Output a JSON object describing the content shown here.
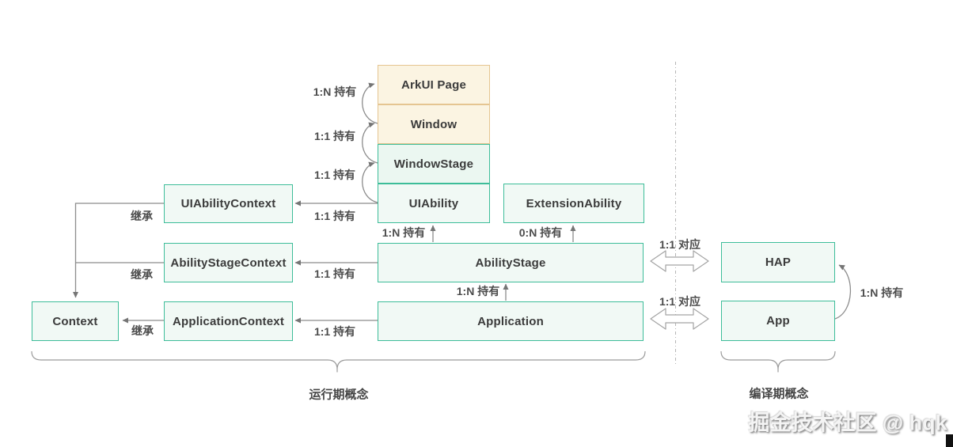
{
  "boxes": {
    "arkui_page": {
      "label": "ArkUI Page"
    },
    "window": {
      "label": "Window"
    },
    "window_stage": {
      "label": "WindowStage"
    },
    "uiability": {
      "label": "UIAbility"
    },
    "extension_ability": {
      "label": "ExtensionAbility"
    },
    "ability_stage": {
      "label": "AbilityStage"
    },
    "application": {
      "label": "Application"
    },
    "uiability_context": {
      "label": "UIAbilityContext"
    },
    "ability_stage_context": {
      "label": "AbilityStageContext"
    },
    "application_context": {
      "label": "ApplicationContext"
    },
    "context": {
      "label": "Context"
    },
    "hap": {
      "label": "HAP"
    },
    "app": {
      "label": "App"
    }
  },
  "labels": {
    "window_hold_pages": "1:N 持有",
    "windowstage_hold_window": "1:1 持有",
    "uiability_hold_windowstage": "1:1 持有",
    "uiability_hold_context": "1:1 持有",
    "abilitystage_hold_uiability": "1:N 持有",
    "abilitystage_hold_extension": "0:N 持有",
    "abilitystage_hold_context": "1:1 持有",
    "application_hold_abilitystage": "1:N 持有",
    "application_hold_context": "1:1 持有",
    "inherit_uiability": "继承",
    "inherit_abilitystage": "继承",
    "inherit_application": "继承",
    "map_abilitystage_hap": "1:1 对应",
    "map_application_app": "1:1 对应",
    "app_hold_hap": "1:N 持有"
  },
  "regions": {
    "runtime": "运行期概念",
    "compile": "编译期概念"
  },
  "watermark": {
    "text": "掘金技术社区 @ hqk"
  },
  "colors": {
    "green_border": "#3DBD99",
    "green_fill": "#F1F9F5",
    "cream_border": "#E5C591",
    "cream_fill": "#FBF4E2",
    "line_gray": "#8c8c8c",
    "text_dark": "#3b3b3b",
    "watermark_gray": "#c9c9c9"
  }
}
